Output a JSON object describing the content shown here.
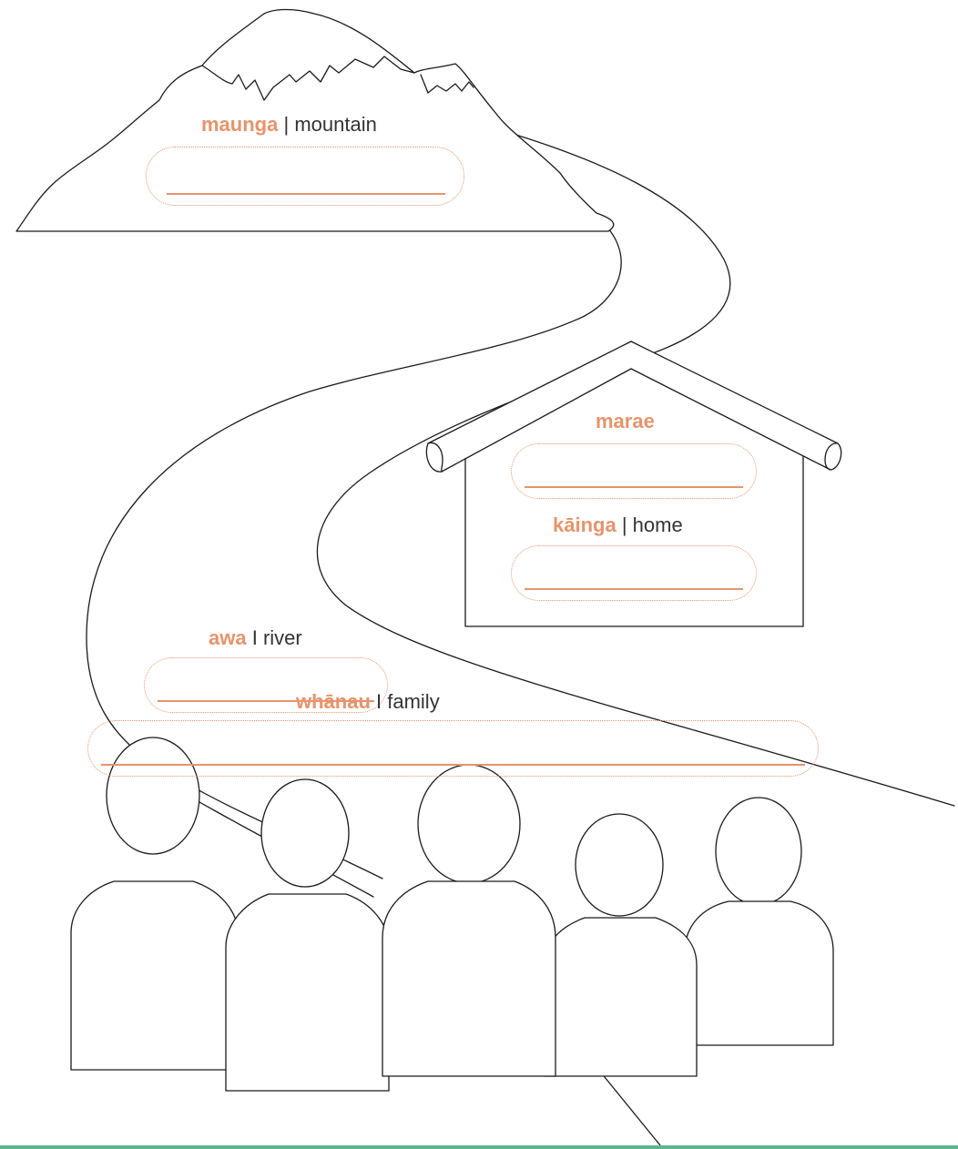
{
  "colors": {
    "accent": "#e8936b",
    "text": "#333333",
    "outline": "#1a1a1a",
    "footer_rule": "#5fb38f"
  },
  "labels": {
    "maunga": {
      "maori": "maunga",
      "separator": " | ",
      "english": "mountain"
    },
    "marae": {
      "maori": "marae"
    },
    "kainga": {
      "maori": "kāinga",
      "separator": " | ",
      "english": "home"
    },
    "awa": {
      "maori": "awa",
      "separator": " I ",
      "english": "river"
    },
    "whanau": {
      "maori": "whānau",
      "separator": " I ",
      "english": "family"
    }
  },
  "answers": {
    "maunga": "",
    "marae": "",
    "kainga": "",
    "awa": "",
    "whanau": ""
  }
}
